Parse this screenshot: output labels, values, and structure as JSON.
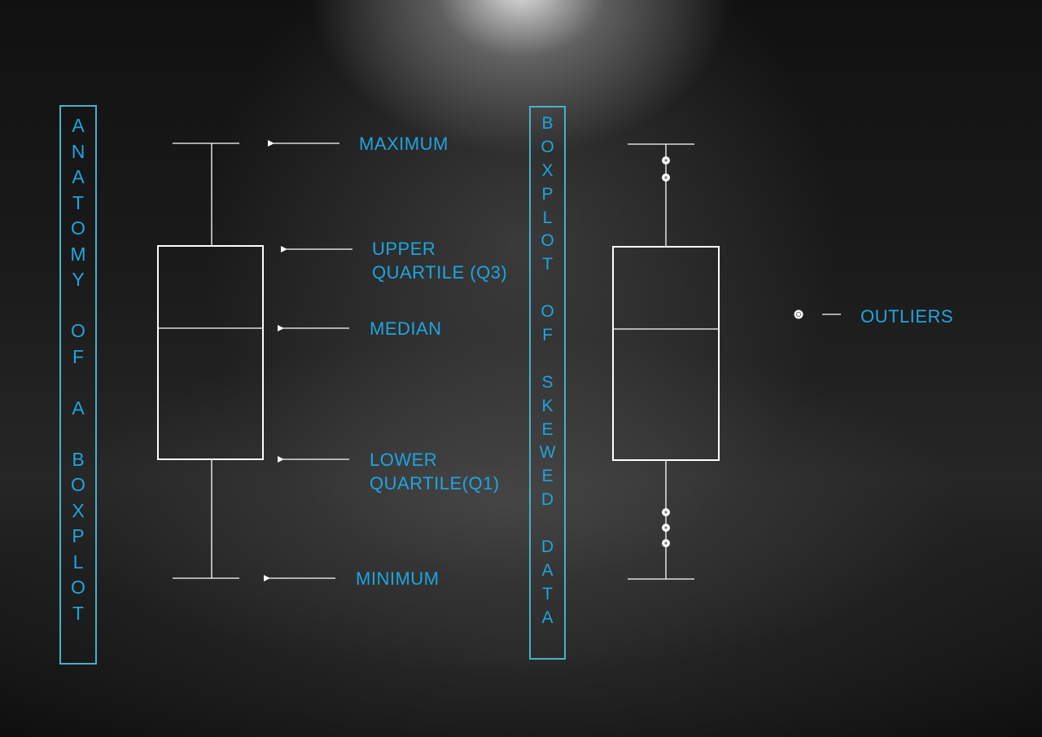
{
  "left_title": "ANATOMY OF A BOXPLOT",
  "right_title": "BOXPLOT OF SKEWED DATA",
  "labels": {
    "maximum": "MAXIMUM",
    "upper_quartile_line1": "UPPER",
    "upper_quartile_line2": "QUARTILE (Q3)",
    "median": "MEDIAN",
    "lower_quartile_line1": "LOWER",
    "lower_quartile_line2": "QUARTILE(Q1)",
    "minimum": "MINIMUM",
    "outliers": "OUTLIERS"
  },
  "colors": {
    "accent": "#1ea5e0",
    "frame": "#4ab0c8",
    "lines": "#ffffff"
  }
}
